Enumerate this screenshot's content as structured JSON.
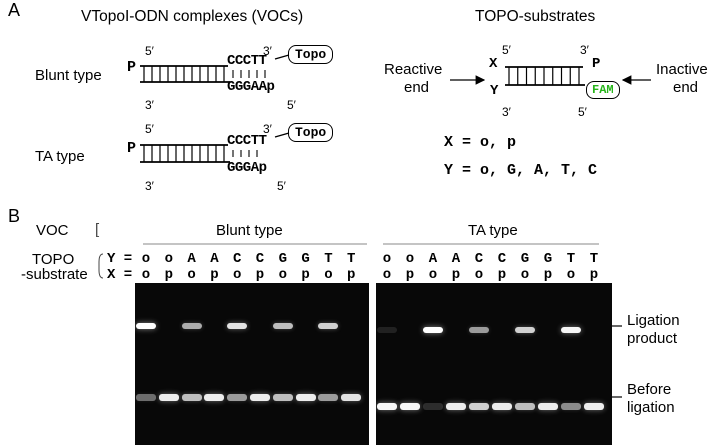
{
  "panel_a": {
    "letter": "A",
    "vocs_title": "VTopoI-ODN complexes (VOCs)",
    "topo_title": "TOPO-substrates",
    "blunt_label": "Blunt type",
    "ta_label": "TA type",
    "blunt_top_seq": "CCCTT",
    "blunt_bottom_seq": "GGGAAp",
    "ta_top_seq": "CCCTT",
    "ta_bottom_seq": "GGGAp",
    "topo_box": "Topo",
    "p_left": "P",
    "prime5": "5′",
    "prime3": "3′",
    "sub_x": "X",
    "sub_y": "Y",
    "sub_p": "P",
    "fam": "FAM",
    "reactive_end": [
      "Reactive",
      "end"
    ],
    "inactive_end": [
      "Inactive",
      "end"
    ],
    "x_eq": "X = o, p",
    "y_eq": "Y = o, G, A, T, C"
  },
  "panel_b": {
    "letter": "B",
    "voc_label": "VOC",
    "voc_bracket": "[",
    "blunt_group": "Blunt type",
    "ta_group": "TA type",
    "topo_label": [
      "TOPO",
      "-substrate"
    ],
    "y_prefix": "Y =",
    "x_prefix": "X =",
    "blunt_lanes": {
      "y": [
        "o",
        "o",
        "A",
        "A",
        "C",
        "C",
        "G",
        "G",
        "T",
        "T"
      ],
      "x": [
        "o",
        "p",
        "o",
        "p",
        "o",
        "p",
        "o",
        "p",
        "o",
        "p"
      ]
    },
    "ta_lanes": {
      "y": [
        "o",
        "o",
        "A",
        "A",
        "C",
        "C",
        "G",
        "G",
        "T",
        "T"
      ],
      "x": [
        "o",
        "p",
        "o",
        "p",
        "o",
        "p",
        "o",
        "p",
        "o",
        "p"
      ]
    },
    "ligation_product_label": [
      "Ligation",
      "product"
    ],
    "before_ligation_label": [
      "Before",
      "ligation"
    ],
    "band_intensity": {
      "blunt_upper": [
        1.0,
        0,
        0.65,
        0,
        0.85,
        0,
        0.7,
        0,
        0.75,
        0
      ],
      "blunt_lower": [
        0.45,
        0.9,
        0.7,
        0.9,
        0.6,
        0.9,
        0.7,
        0.9,
        0.6,
        0.85
      ],
      "ta_upper": [
        0.08,
        0,
        1.0,
        0,
        0.6,
        0,
        0.75,
        0,
        0.95,
        0
      ],
      "ta_lower": [
        0.95,
        0.95,
        0.15,
        0.9,
        0.75,
        0.9,
        0.7,
        0.9,
        0.55,
        0.9
      ]
    }
  }
}
